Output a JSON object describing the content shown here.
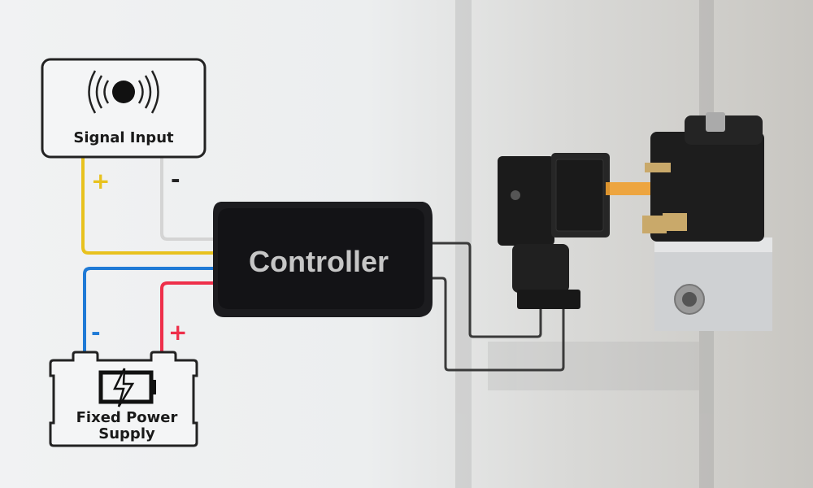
{
  "signal_input": {
    "label": "Signal Input",
    "plus": "+",
    "minus": "-"
  },
  "power_supply": {
    "label_line1": "Fixed Power",
    "label_line2": "Supply",
    "plus": "+",
    "minus": "-"
  },
  "controller": {
    "label": "Controller"
  },
  "colors": {
    "signal_plus": "#e8c21f",
    "signal_minus": "#d4d4d4",
    "power_minus": "#1f7ad6",
    "power_plus": "#ee2f4a",
    "output_wire": "#3a3a3a",
    "arrow": "#f0a030"
  }
}
